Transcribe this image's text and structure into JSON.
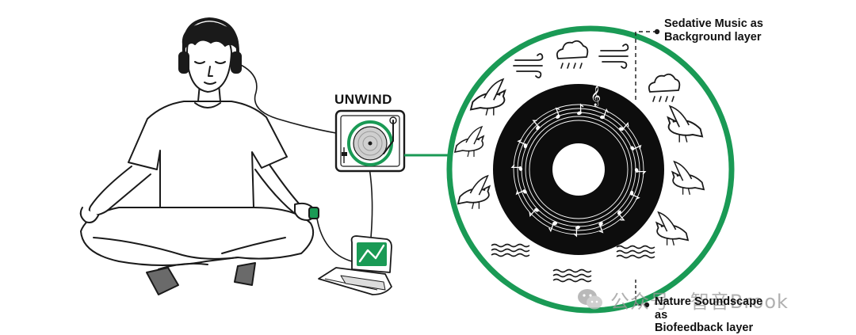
{
  "device": {
    "title": "UNWIND"
  },
  "layers": {
    "background": {
      "line1": "Sedative Music as",
      "line2": "Background layer"
    },
    "biofeedback": {
      "line1": "Nature Soundscape as",
      "line2": "Biofeedback layer"
    }
  },
  "watermark": {
    "text": "公众号 · 智音Brook",
    "icon": "wechat-icon"
  },
  "icons": {
    "ring_top": [
      "wind-icon",
      "cloud-rain-icon",
      "wind-icon",
      "cloud-rain-icon"
    ],
    "ring_sides": [
      "bird-icon",
      "bird-icon",
      "bird-icon",
      "bird-icon",
      "bird-icon",
      "bird-icon"
    ],
    "ring_bottom": [
      "water-waves-icon",
      "water-waves-icon",
      "water-waves-icon"
    ],
    "music": [
      "music-note-icon"
    ]
  },
  "colors": {
    "accent": "#1a9a55",
    "record": "#0d0d0d",
    "stroke": "#1a1a1a",
    "watermark": "#9a9a9a"
  }
}
